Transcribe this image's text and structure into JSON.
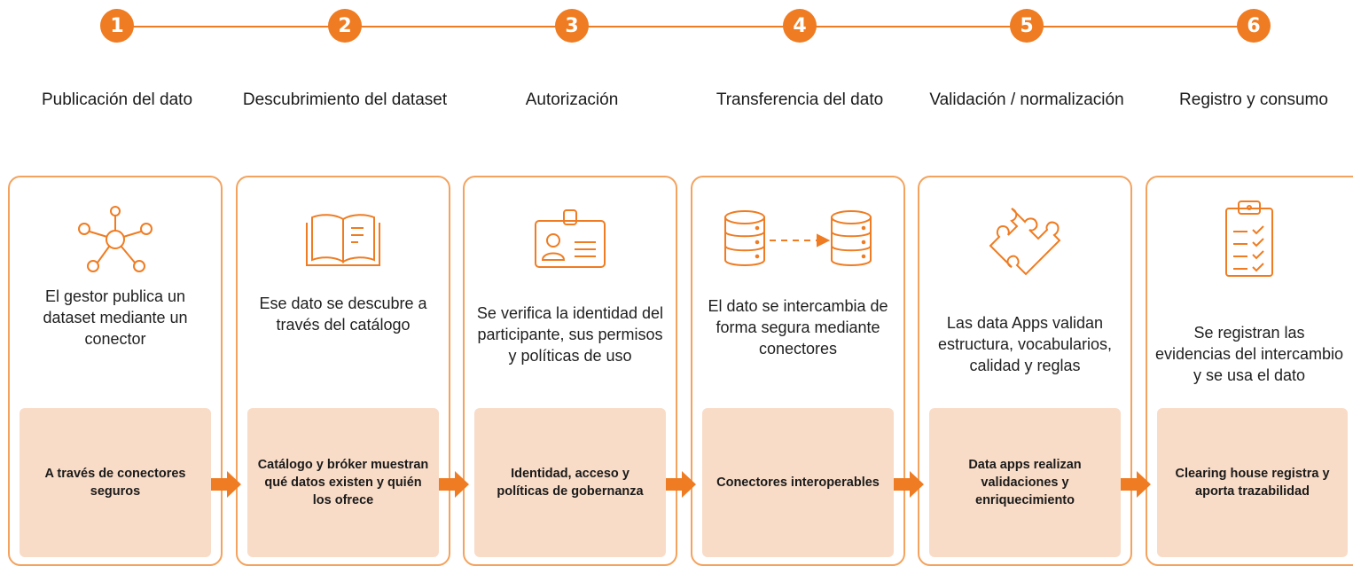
{
  "colors": {
    "accent": "#ef7c22",
    "border": "#f3a35e",
    "panel": "#f9dcc7"
  },
  "steps": [
    {
      "number": "1",
      "title": "Publicación del dato",
      "icon": "network-nodes-icon",
      "description": "El gestor publica un dataset mediante un conector",
      "tool": "A través de conectores seguros"
    },
    {
      "number": "2",
      "title": "Descubrimiento del dataset",
      "icon": "open-book-icon",
      "description": "Ese dato se descubre a través del catálogo",
      "tool": "Catálogo y bróker muestran qué datos existen y quién los ofrece"
    },
    {
      "number": "3",
      "title": "Autorización",
      "icon": "id-badge-icon",
      "description": "Se verifica la identidad del participante, sus permisos y políticas de uso",
      "tool": "Identidad, acceso y políticas de gobernanza"
    },
    {
      "number": "4",
      "title": "Transferencia del dato",
      "icon": "database-transfer-icon",
      "description": "El dato se intercambia de forma segura mediante conectores",
      "tool": "Conectores interoperables"
    },
    {
      "number": "5",
      "title": "Validación / normalización",
      "icon": "puzzle-piece-icon",
      "description": "Las data Apps validan estructura, vocabularios, calidad y reglas",
      "tool": "Data apps realizan validaciones y enriquecimiento"
    },
    {
      "number": "6",
      "title": "Registro y consumo",
      "icon": "clipboard-checklist-icon",
      "description": "Se registran las evidencias del intercambio y se usa el dato",
      "tool": "Clearing house registra y aporta trazabilidad"
    }
  ]
}
